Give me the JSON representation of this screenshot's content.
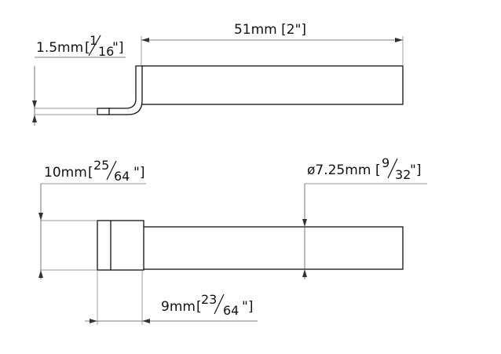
{
  "drawing": {
    "dim_thickness": {
      "value": "1.5mm",
      "open": "[",
      "num": "1",
      "den": "16",
      "close": "\"]"
    },
    "dim_length": {
      "text": "51mm [2\"]"
    },
    "dim_head_width": {
      "value": "10mm",
      "open": "[",
      "num": "25",
      "den": "64",
      "close": "\"]"
    },
    "dim_diameter": {
      "value": "ø7.25mm",
      "open": "[",
      "num": "9",
      "den": "32",
      "close": "\"]"
    },
    "dim_shank_offset": {
      "value": "9mm",
      "open": "[",
      "num": "23",
      "den": "64",
      "close": "\"]"
    }
  }
}
